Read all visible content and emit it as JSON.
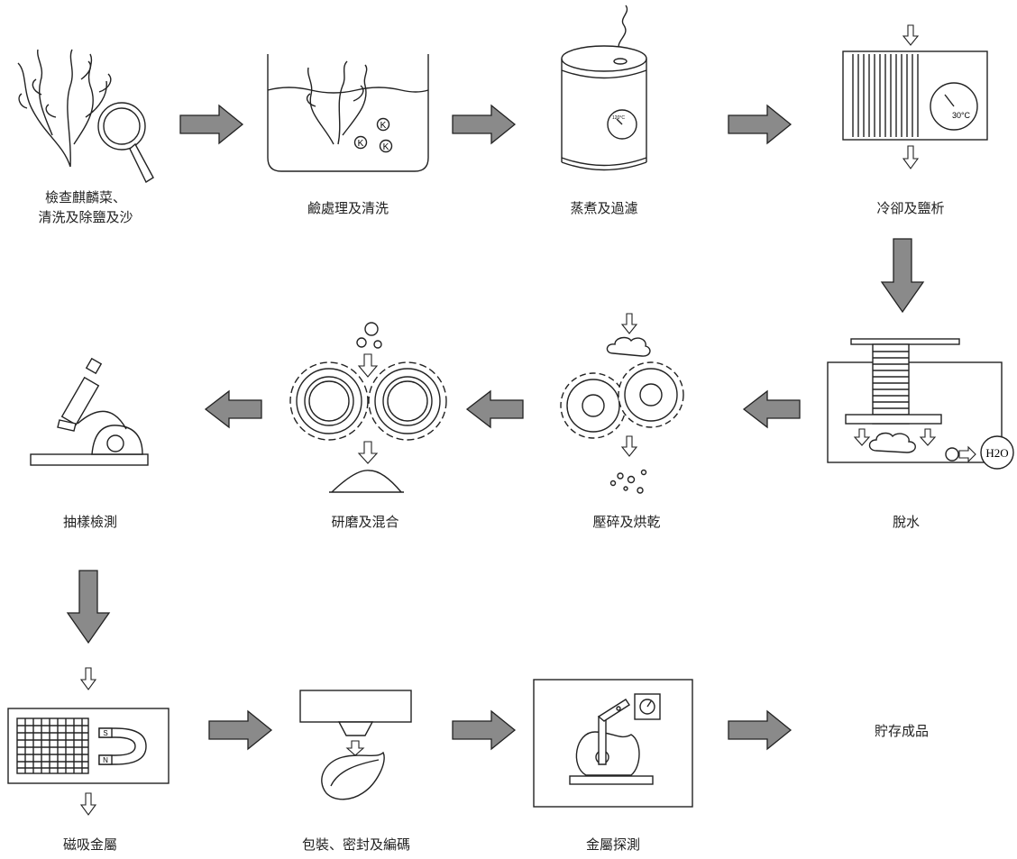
{
  "diagram_title": "",
  "steps": [
    {
      "id": 1,
      "label": "檢查麒麟菜、\n清洗及除鹽及沙"
    },
    {
      "id": 2,
      "label": "鹼處理及清洗"
    },
    {
      "id": 3,
      "label": "蒸煮及過濾"
    },
    {
      "id": 4,
      "label": "冷卻及鹽析"
    },
    {
      "id": 5,
      "label": "脫水"
    },
    {
      "id": 6,
      "label": "壓碎及烘乾"
    },
    {
      "id": 7,
      "label": "研磨及混合"
    },
    {
      "id": 8,
      "label": "抽樣檢測"
    },
    {
      "id": 9,
      "label": "磁吸金屬"
    },
    {
      "id": 10,
      "label": "包裝、密封及編碼"
    },
    {
      "id": 11,
      "label": "金屬探測"
    },
    {
      "id": 12,
      "label": "貯存成品"
    }
  ],
  "annotations": {
    "steam_temp": "120°C",
    "cool_temp": "30°C",
    "water": "H2O",
    "alkali_mark": "K",
    "magnet_s": "S",
    "magnet_n": "N"
  }
}
